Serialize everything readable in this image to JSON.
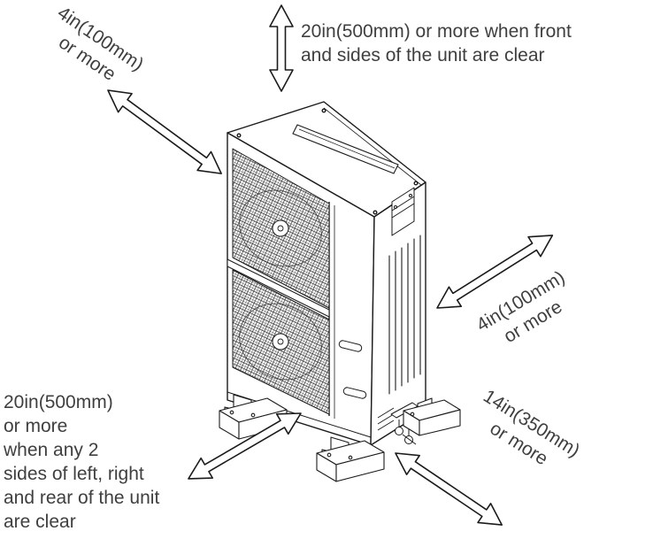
{
  "diagram": {
    "title": "outdoor-unit-installation-clearance-diagram",
    "colors": {
      "line": "#1b1b1b",
      "text": "#3f3f3f",
      "background": "#ffffff"
    },
    "labels": {
      "top": {
        "lines": [
          "20in(500mm) or more when front",
          "and sides of the unit are clear"
        ]
      },
      "top_left": {
        "lines": [
          "4in(100mm)",
          "or more"
        ]
      },
      "right": {
        "lines": [
          "4in(100mm)",
          "or more"
        ]
      },
      "bottom_left": {
        "lines": [
          "20in(500mm)",
          "or more",
          "when any 2",
          "sides of left, right",
          "and rear of the unit",
          "are clear"
        ]
      },
      "bottom_right": {
        "lines": [
          "14in(350mm)",
          "or more"
        ]
      }
    }
  }
}
